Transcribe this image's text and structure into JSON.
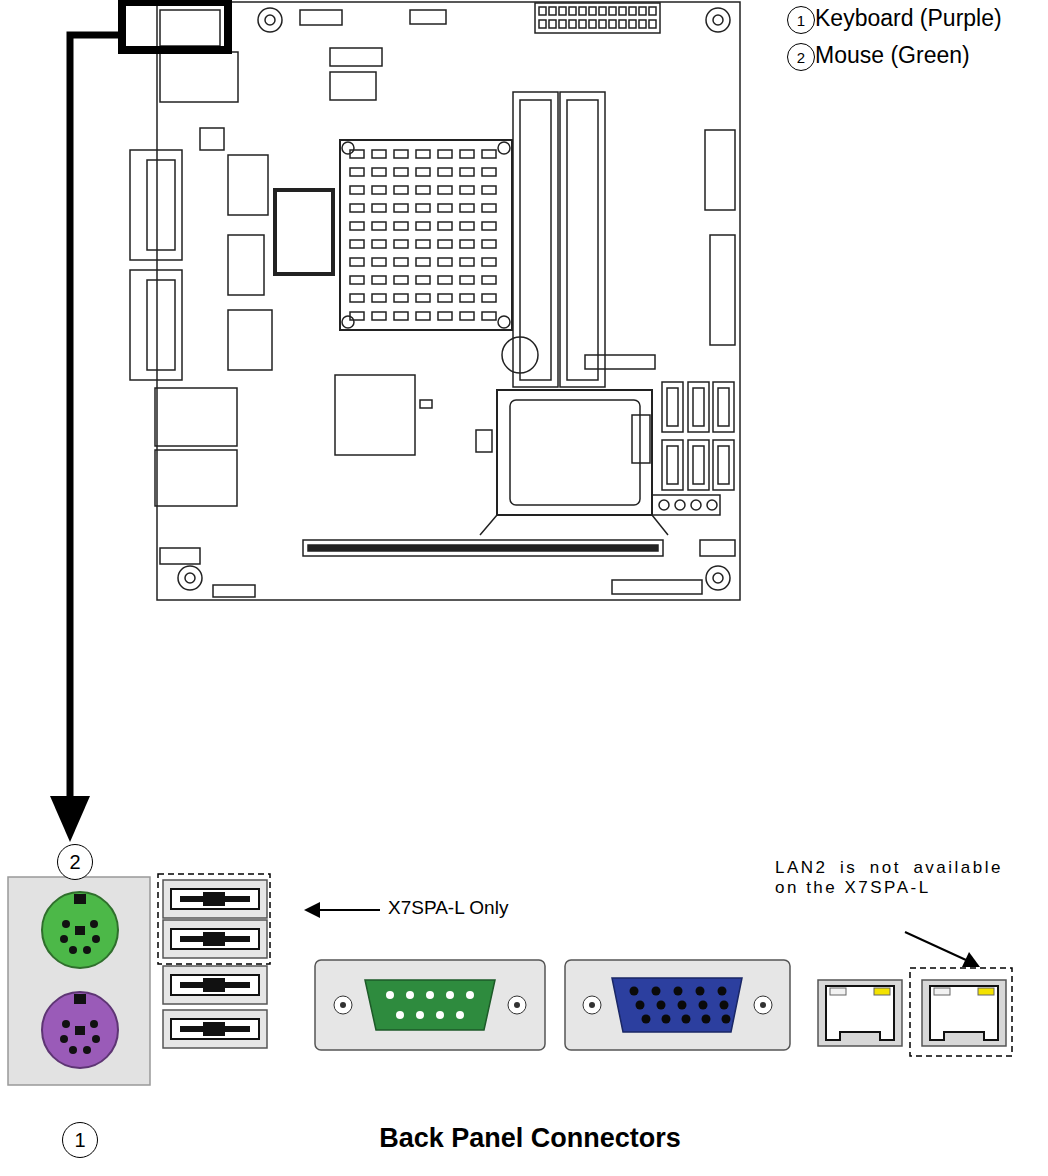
{
  "diagram": {
    "caption": "Back Panel Connectors",
    "labels": [
      "1",
      "Keyboard (Purple)",
      "2",
      "Mouse (Green)",
      "2",
      "X7SPA-L Only",
      "LAN2 is not available on the X7SPA-L",
      "1"
    ]
  }
}
